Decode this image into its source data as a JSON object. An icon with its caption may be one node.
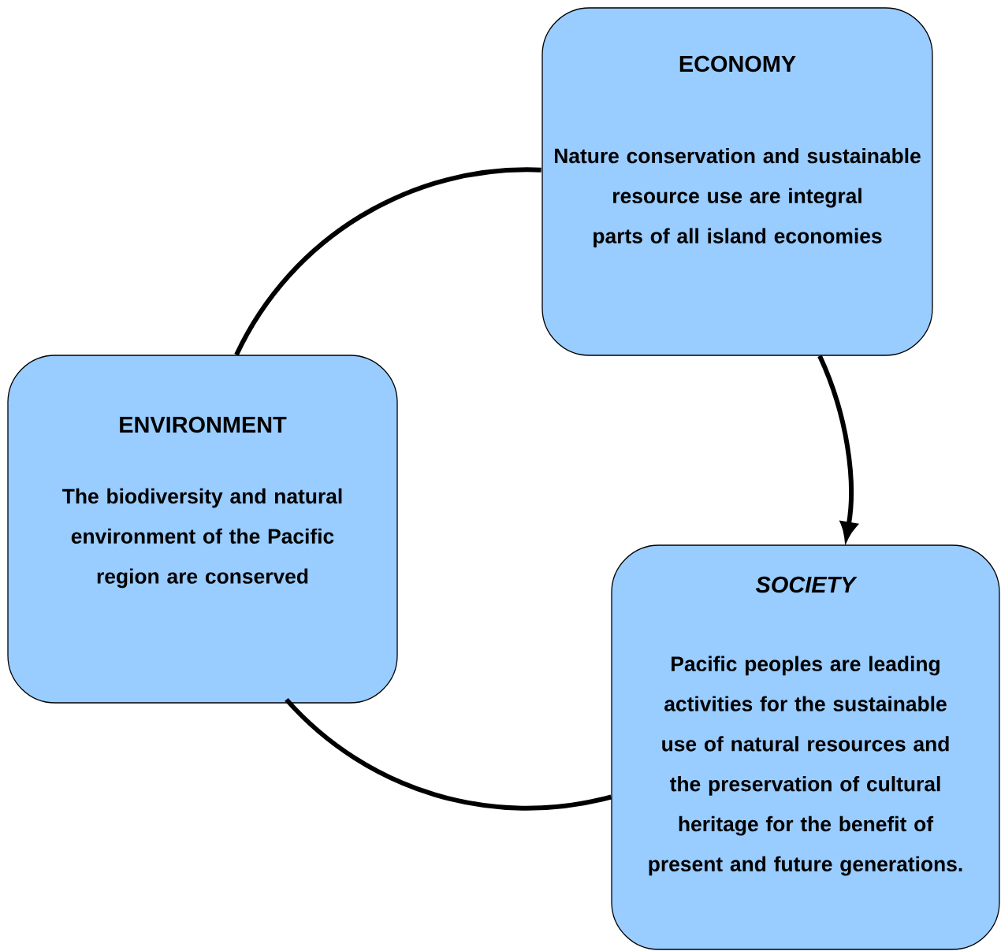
{
  "diagram": {
    "nodes": [
      {
        "text": [
          "ECONOMY",
          "Nature conservation and sustainable resource use are integral parts of all island economies"
        ]
      },
      {
        "text": [
          "ENVIRONMENT",
          "The biodiversity and natural environment of the Pacific region are conserved"
        ]
      },
      {
        "text": [
          "SOCIETY",
          "Pacific peoples are leading activities for the sustainable use of natural resources and the preservation of cultural heritage for the benefit of present and future generations."
        ]
      }
    ],
    "edges": [
      {
        "from": 1,
        "to": 0,
        "arrow": "none"
      },
      {
        "from": 0,
        "to": 2,
        "arrow": "to"
      },
      {
        "from": 2,
        "to": 1,
        "arrow": "none"
      }
    ]
  }
}
